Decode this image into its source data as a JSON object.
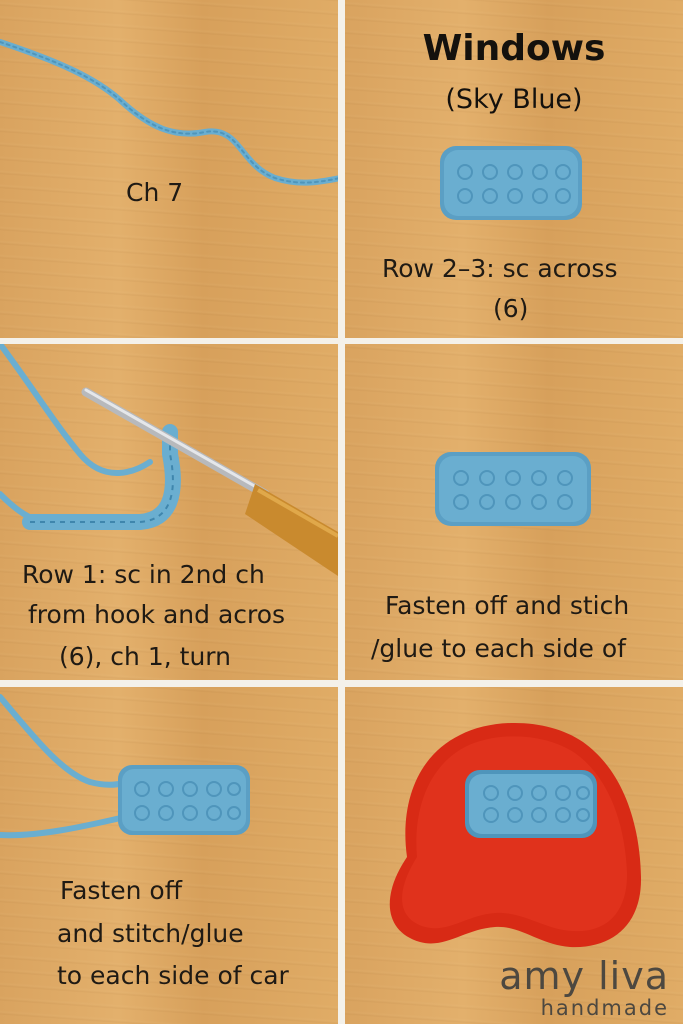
{
  "steps": [
    {
      "text": "Ch 7"
    },
    {
      "title": "Windows",
      "subtitle": "(Sky Blue)",
      "text_line1": "Row 2–3: sc across",
      "text_line2": "(6)"
    },
    {
      "text_line1": "Row 1: sc in 2nd ch",
      "text_line2": "from hook and acros",
      "text_line3": "(6), ch 1, turn"
    },
    {
      "text_line1": "Fasten off and stich",
      "text_line2": "/glue to each side of"
    },
    {
      "text_line1": "Fasten off",
      "text_line2": "and stitch/glue",
      "text_line3": "to each side of car"
    },
    {
      "brand_name": "amy liva",
      "brand_sub": "handmade"
    }
  ],
  "colors": {
    "yarn_blue": "#6aaed0",
    "yarn_blue_dark": "#3f86ad",
    "car_red": "#e0321c",
    "hook_handle": "#c98a2e",
    "wood": "#dea766"
  },
  "icons": [
    "yarn-chain-image",
    "crochet-hook-image",
    "window-swatch-image",
    "crochet-car-image"
  ]
}
